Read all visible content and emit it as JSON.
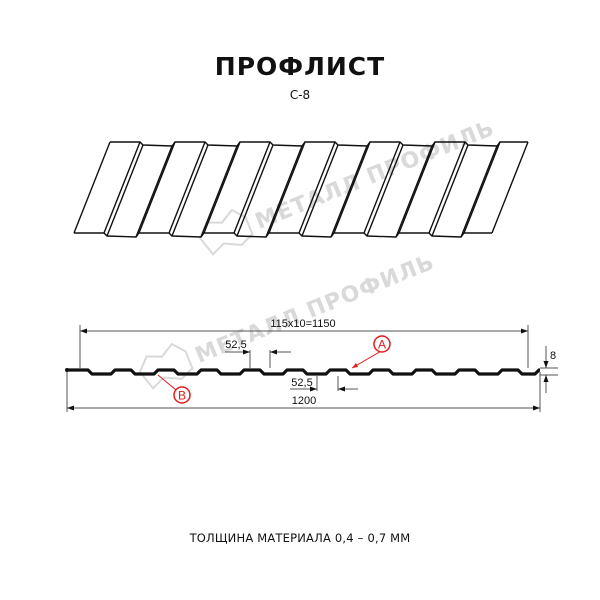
{
  "header": {
    "title": "ПРОФЛИСТ",
    "model": "С-8"
  },
  "drawing": {
    "watermark_text": "МЕТАЛЛ ПРОФИЛЬ",
    "dimensions": {
      "overall_pitch": "115x10=1150",
      "rib_top_width": "52,5",
      "rib_bottom_width": "52,5",
      "total_width": "1200",
      "height": "8"
    },
    "callouts": [
      {
        "label": "A",
        "color": "#e01b1b"
      },
      {
        "label": "B",
        "color": "#e01b1b"
      }
    ]
  },
  "footer": {
    "material_thickness": "ТОЛЩИНА МАТЕРИАЛА 0,4 – 0,7 ММ"
  },
  "colors": {
    "line": "#111111",
    "dimension_line": "#555555",
    "callout": "#e01b1b",
    "watermark": "#d9d9d9"
  }
}
